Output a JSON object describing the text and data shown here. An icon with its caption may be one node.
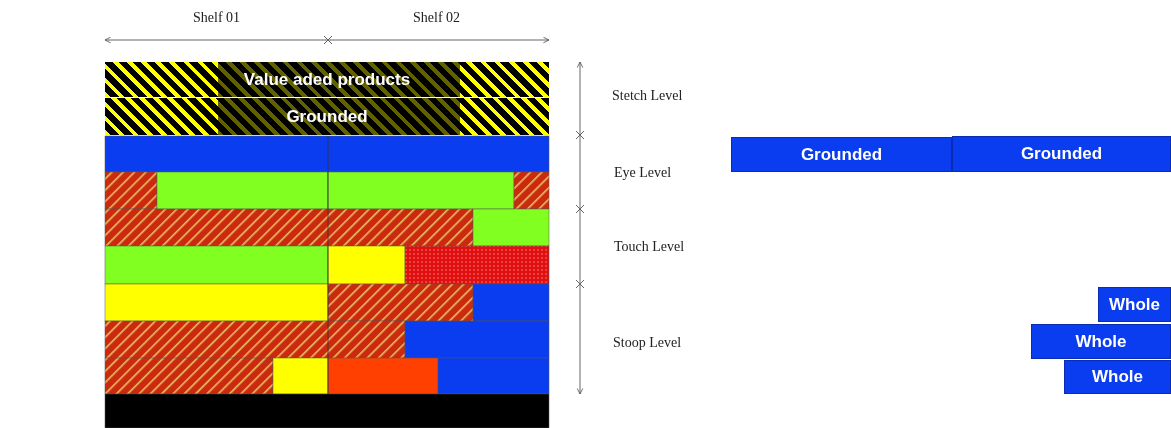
{
  "diagram": {
    "nodes": [
      {
        "text": [
          "Value aded products"
        ]
      },
      {
        "text": [
          "Grounded"
        ]
      },
      {
        "text": [
          "Grounded"
        ]
      },
      {
        "text": [
          "Grounded"
        ]
      },
      {
        "text": [
          "Whole"
        ]
      },
      {
        "text": [
          "Whole"
        ]
      },
      {
        "text": [
          "Whole"
        ]
      }
    ],
    "edges": [],
    "labels": [
      "Shelf 01",
      "Shelf 02",
      "Stetch Level",
      "Eye Level",
      "Touch Level",
      "Stoop Level"
    ]
  }
}
